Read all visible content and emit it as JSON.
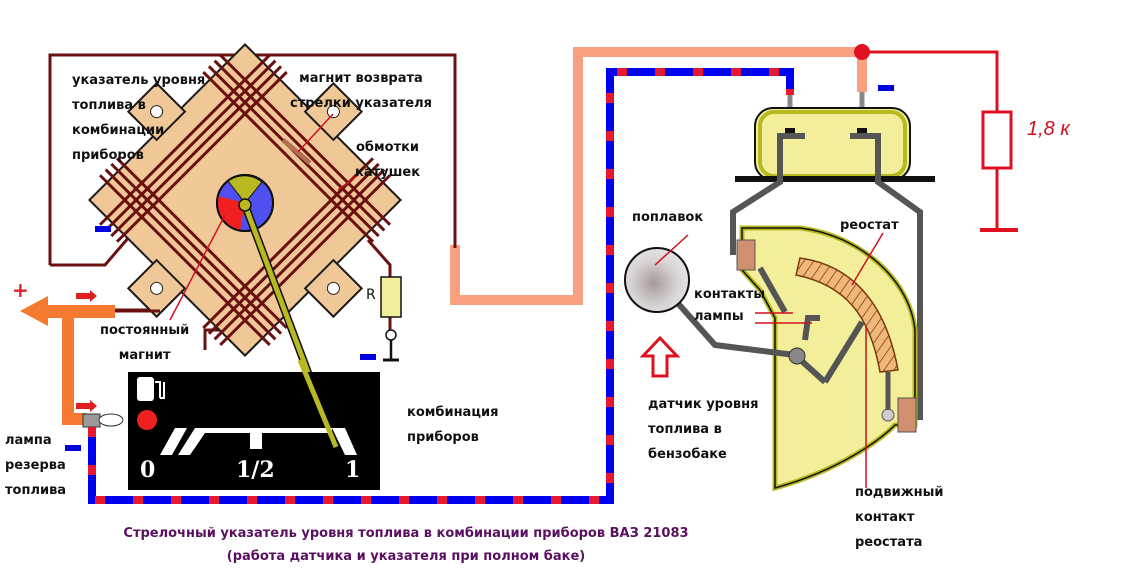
{
  "labels": {
    "indicator": "указатель уровня\nтоплива в\nкомбинации\nприборов",
    "return_magnet": "магнит возврата\nстрелки указателя",
    "coils": "обмотки\nкатушек",
    "permanent_magnet": "постоянный\nмагнит",
    "cluster": "комбинация\nприборов",
    "reserve_lamp": "лампа\nрезерва\nтоплива",
    "float": "поплавок",
    "rheostat": "реостат",
    "lamp_contacts": "контакты\nлампы",
    "sensor": "датчик уровня\nтоплива в\nбензобаке",
    "moving_contact": "подвижный\nконтакт\nреостата",
    "resistor_r": "R",
    "resistor_value": "1,8 к",
    "plus": "+"
  },
  "gauge": {
    "marks": [
      "0",
      "1/2",
      "1"
    ],
    "fill_level": 1.0
  },
  "caption": {
    "line1": "Стрелочный указатель уровня топлива в комбинации приборов ВАЗ 21083",
    "line2": "(работа датчика и указателя при полном баке)"
  },
  "colors": {
    "wire_dark": "#6b1010",
    "wire_plus": "#f47a30",
    "wire_salmon": "#f8a080",
    "wire_red": "#e01020",
    "wire_blue": "#0000f0",
    "plate": "#f0c898",
    "sensor_body": "#f2ee9a",
    "needle": "#b8b820"
  }
}
